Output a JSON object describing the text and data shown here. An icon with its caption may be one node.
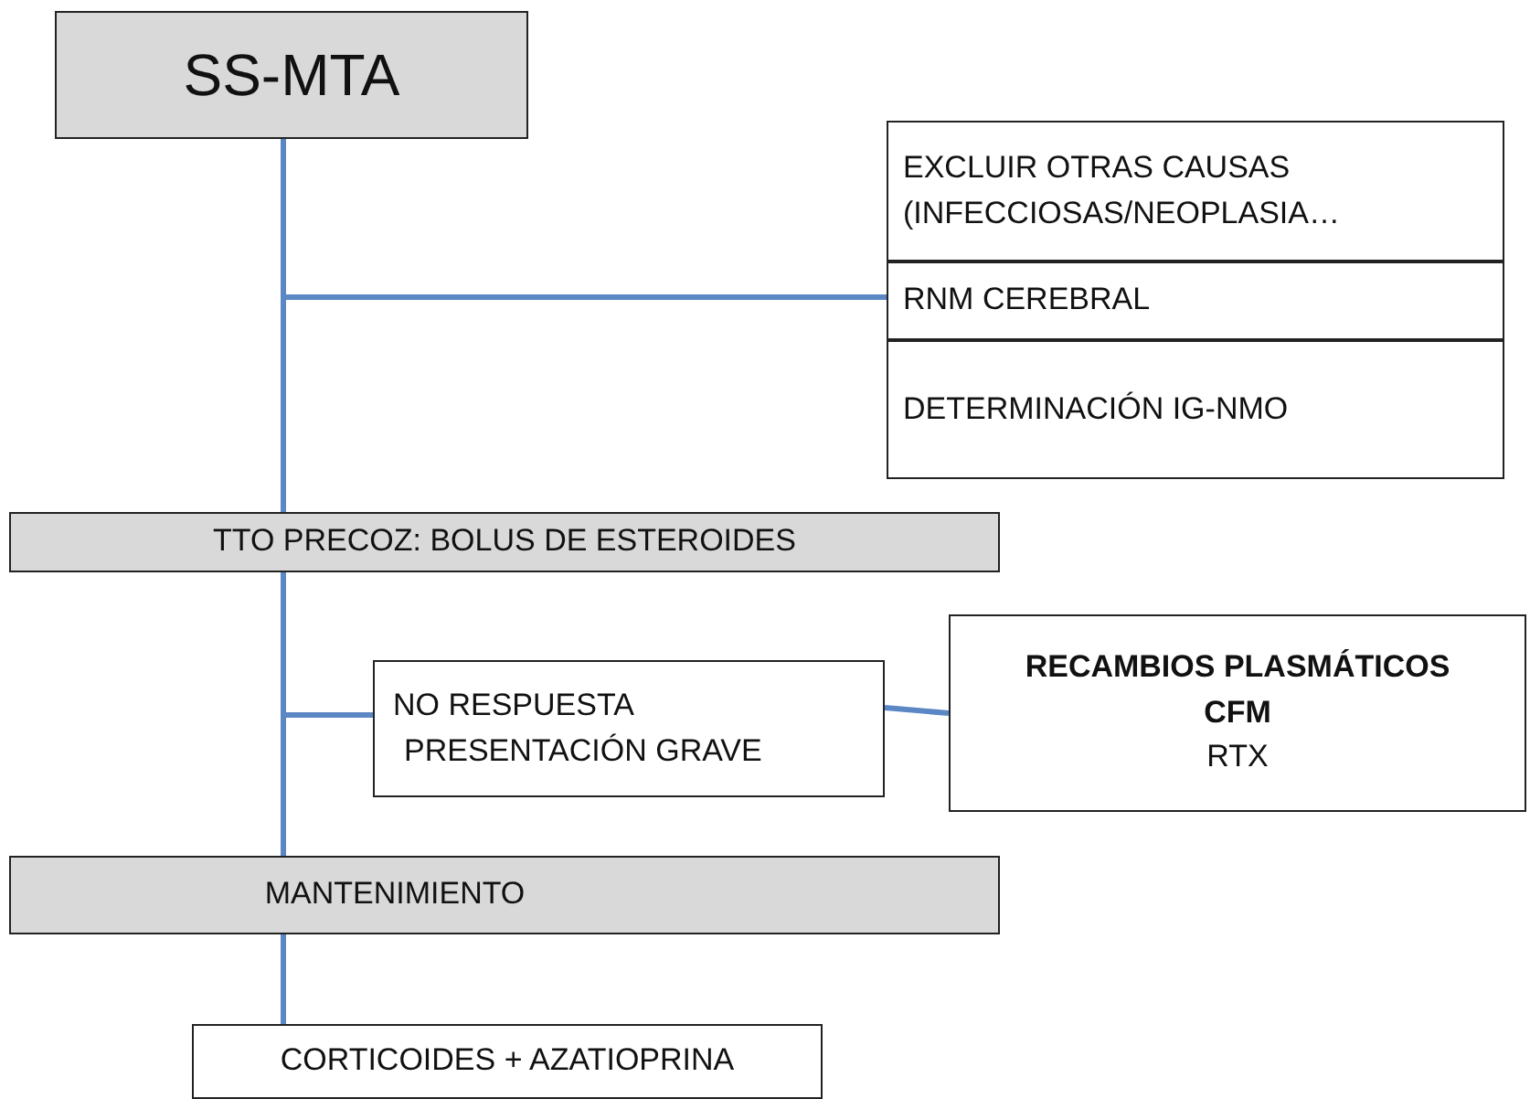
{
  "diagram": {
    "nodes": [
      {
        "text": [
          "SS-MTA"
        ]
      },
      {
        "text": [
          "EXCLUIR OTRAS CAUSAS (INFECCIOSAS/NEOPLASIA…"
        ]
      },
      {
        "text": [
          "RNM CEREBRAL"
        ]
      },
      {
        "text": [
          "DETERMINACIÓN IG-NMO"
        ]
      },
      {
        "text": [
          "TTO PRECOZ: BOLUS DE ESTEROIDES"
        ]
      },
      {
        "text": [
          "NO RESPUESTA",
          "PRESENTACIÓN GRAVE"
        ]
      },
      {
        "text": [
          "RECAMBIOS PLASMÁTICOS",
          "CFM",
          "RTX"
        ]
      },
      {
        "text": [
          "MANTENIMIENTO"
        ]
      },
      {
        "text": [
          "CORTICOIDES + AZATIOPRINA"
        ]
      }
    ],
    "edges": [
      {
        "from": 0,
        "to": 4,
        "arrow": "none"
      },
      {
        "from": 0,
        "to": 2,
        "arrow": "none"
      },
      {
        "from": 4,
        "to": 7,
        "arrow": "none"
      },
      {
        "from": 4,
        "to": 5,
        "arrow": "none"
      },
      {
        "from": 5,
        "to": 6,
        "arrow": "none"
      },
      {
        "from": 7,
        "to": 8,
        "arrow": "none"
      }
    ]
  }
}
